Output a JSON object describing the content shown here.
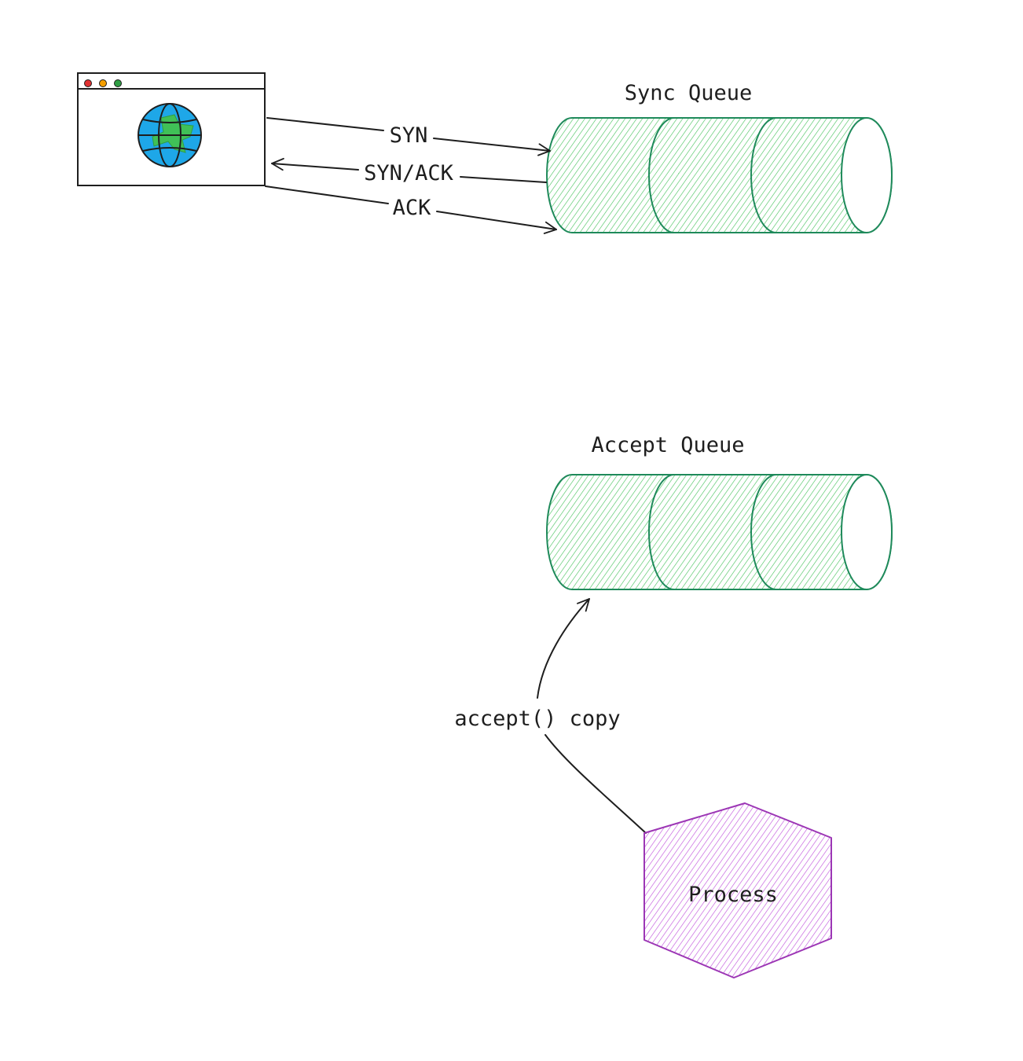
{
  "colors": {
    "ink": "#1e1e1e",
    "queue_stroke": "#1f8a5b",
    "queue_fill": "#40c057",
    "process_stroke": "#9c36b5",
    "process_fill": "#be4bdb",
    "globe_ocean": "#1ea7e8",
    "globe_land": "#40c057",
    "dot_red": "#e03131",
    "dot_yellow": "#f59f00",
    "dot_green": "#2f9e44"
  },
  "client": {
    "icon": "browser-globe-icon"
  },
  "sync_queue": {
    "title": "Sync Queue",
    "icon": "queue-cylinder"
  },
  "accept_queue": {
    "title": "Accept Queue",
    "icon": "queue-cylinder"
  },
  "process": {
    "label": "Process",
    "icon": "hexagon"
  },
  "edges": {
    "syn": "SYN",
    "syn_ack": "SYN/ACK",
    "ack": "ACK",
    "accept": "accept() copy"
  }
}
